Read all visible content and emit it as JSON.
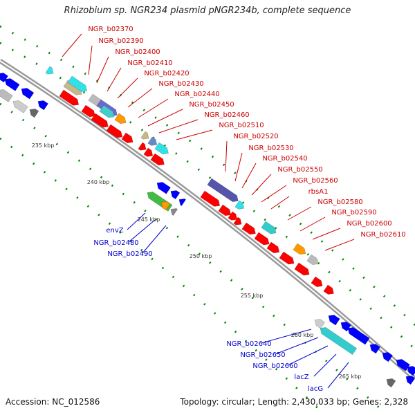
{
  "title": "Rhizobium sp. NGR234 plasmid pNGR234b, complete sequence",
  "footer": {
    "accession": "Accession: NC_012586",
    "summary": "Topology: circular; Length: 2,430,033 bp; Genes: 2,328"
  },
  "colors": {
    "forward_label": "#cc0000",
    "reverse_label": "#0000cc",
    "forward_gene": "#ff0000",
    "reverse_gene": "#0000ff",
    "backbone": "#888888",
    "tick": "#008800"
  },
  "ticks": [
    "235 kbp",
    "240 kbp",
    "245 kbp",
    "250 kbp",
    "255 kbp",
    "260 kbp",
    "265 kbp"
  ],
  "forward_labels": [
    "NGR_b02370",
    "NGR_b02390",
    "NGR_b02400",
    "NGR_b02410",
    "NGR_b02420",
    "NGR_b02430",
    "NGR_b02440",
    "NGR_b02450",
    "NGR_b02460",
    "NGR_b02510",
    "NGR_b02520",
    "NGR_b02530",
    "NGR_b02540",
    "NGR_b02550",
    "NGR_b02560",
    "rbsA1",
    "NGR_b02580",
    "NGR_b02590",
    "NGR_b02600",
    "NGR_b02610"
  ],
  "reverse_labels": [
    "envZ",
    "NGR_b02480",
    "NGR_b02490",
    "NGR_b02640",
    "NGR_b02650",
    "NGR_b02660",
    "lacZ",
    "lacG"
  ]
}
